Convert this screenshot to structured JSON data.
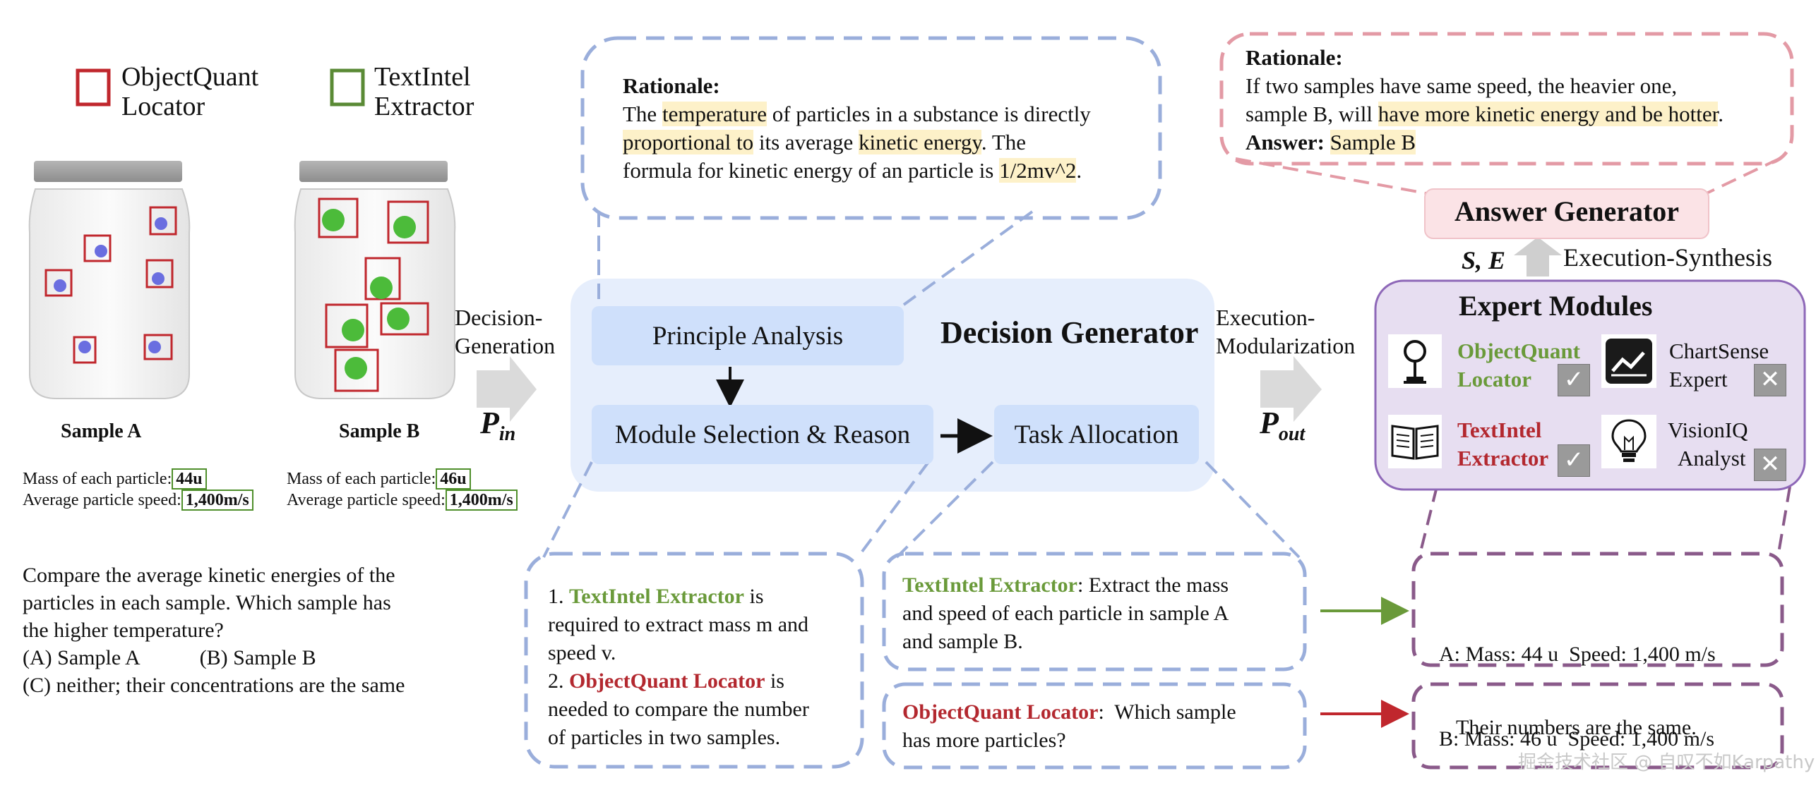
{
  "legend": {
    "objectquant": [
      "ObjectQuant",
      "Locator"
    ],
    "textintel": [
      "TextIntel",
      "Extractor"
    ],
    "colors": {
      "objectquant": "#c0272d",
      "textintel": "#5a8a35"
    }
  },
  "samples": {
    "a_label": "Sample A",
    "b_label": "Sample B",
    "mass_label": "Mass of each particle:",
    "speed_label": "Average particle speed:",
    "a_mass": "44u",
    "b_mass": "46u",
    "a_speed": "1,400m/s",
    "b_speed": "1,400m/s"
  },
  "question": {
    "lines": [
      "Compare the average kinetic energies of the",
      "particles in each sample. Which sample has",
      "the higher temperature?"
    ],
    "option_a": "(A) Sample A",
    "option_b": "(B) Sample B",
    "option_c": "(C) neither; their concentrations are the same"
  },
  "arrows": {
    "decision_generation": [
      "Decision-",
      "Generation"
    ],
    "p_in": "P",
    "p_in_sub": "in",
    "execution_modularization": [
      "Execution-",
      "Modularization"
    ],
    "p_out": "P",
    "p_out_sub": "out",
    "se": "S, E",
    "execution_synthesis": "Execution-Synthesis"
  },
  "decision_generator": {
    "title": "Decision Generator",
    "principle": "Principle Analysis",
    "module_selection": "Module Selection & Reason",
    "task_allocation": "Task Allocation",
    "color": "#e6eefc"
  },
  "rationale_top": {
    "heading": "Rationale:",
    "l1a": "The ",
    "l1b": "temperature",
    "l1c": " of particles in a substance is directly",
    "l2a": "proportional to",
    "l2b": " its average ",
    "l2c": "kinetic energy",
    "l2d": ". The",
    "l3a": "formula for kinetic energy of an particle is ",
    "l3b": "1/2mv^2",
    "l3c": "."
  },
  "rationale_answer": {
    "heading": "Rationale:",
    "l1": "If two samples have same speed, the heavier one,",
    "l2a": "sample B, will ",
    "l2b": "have more kinetic energy and be hotter",
    "l2c": ".",
    "answer_label": "Answer:",
    "answer_value": "Sample B"
  },
  "answer_generator": {
    "title": "Answer Generator",
    "color": "#fbe3e6"
  },
  "expert_modules": {
    "title": "Expert Modules",
    "objectquant": [
      "ObjectQuant",
      "Locator"
    ],
    "chartsense": [
      "ChartSense",
      "Expert"
    ],
    "textintel": [
      "TextIntel",
      "Extractor"
    ],
    "visioniq": [
      "VisionIQ",
      "Analyst"
    ],
    "check": "✓",
    "cross": "✕",
    "color": "#e7def1"
  },
  "module_reasons": {
    "l1a": "1. ",
    "l1b": "TextIntel Extractor",
    "l1c": " is",
    "l2": "required to extract mass m and",
    "l3": "speed v.",
    "l4a": "2. ",
    "l4b": "ObjectQuant Locator",
    "l4c": " is",
    "l5": "needed to compare the number",
    "l6": "of particles in two samples."
  },
  "task_textintel": {
    "name": "TextIntel Extractor",
    "l1": ": Extract the mass",
    "l2": "and speed of each particle in sample A",
    "l3": "and sample B."
  },
  "task_objectquant": {
    "name": "ObjectQuant Locator",
    "l1": ":  Which sample",
    "l2": "has more particles?"
  },
  "result_textintel": {
    "l1": "A: Mass: 44 u  Speed: 1,400 m/s",
    "l2": "B: Mass: 46 u  Speed: 1,400 m/s"
  },
  "result_objectquant": {
    "text": "Their numbers are the same."
  },
  "watermark": "掘金技术社区 @ 自叹不如Karpathy"
}
